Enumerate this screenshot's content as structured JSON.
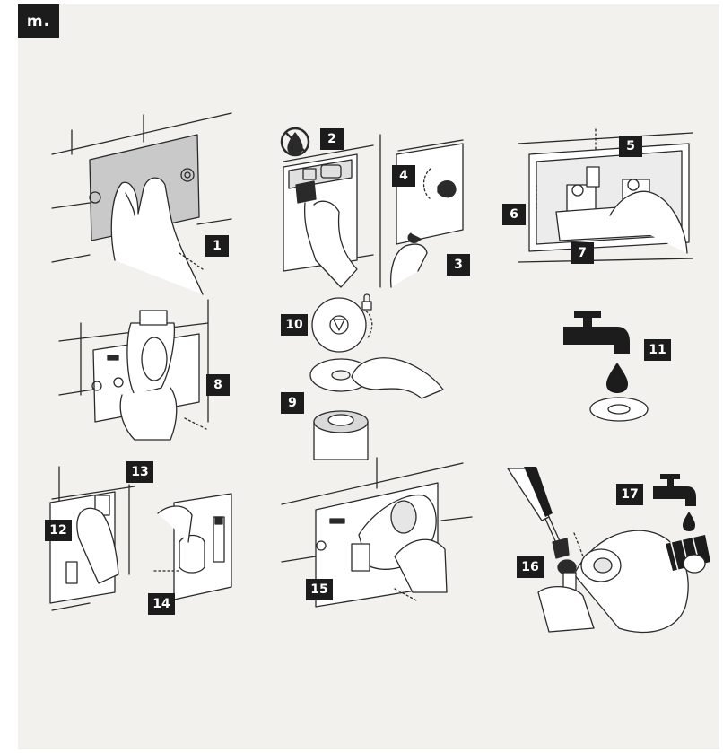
{
  "section": {
    "label": "m."
  },
  "steps": [
    "1",
    "2",
    "3",
    "4",
    "5",
    "6",
    "7",
    "8",
    "9",
    "10",
    "11",
    "12",
    "13",
    "14",
    "15",
    "16",
    "17"
  ],
  "icons": {
    "no-water": "no-water-icon",
    "lock": "padlock-icon",
    "tap": "water-tap-icon",
    "drop": "water-drop-icon",
    "brush": "cleaning-brush-icon"
  },
  "colors": {
    "badge": "#1c1c1c",
    "panel": "#f2f1ed",
    "plate": "#c9c9c9",
    "line": "#2a2a2a"
  }
}
